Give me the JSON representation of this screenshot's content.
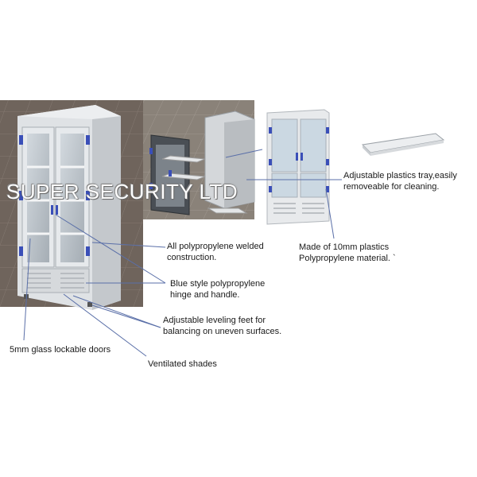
{
  "watermark": {
    "text": "SUPER SECURITY LTD"
  },
  "callouts": {
    "tray": {
      "line1": "Adjustable plastics tray,easily",
      "line2": "removeable for cleaning."
    },
    "material": {
      "line1": "Made of  10mm plastics",
      "line2": "Polypropylene material. `"
    },
    "welded": {
      "line1": "All polypropylene welded",
      "line2": "construction."
    },
    "hinge": {
      "line1": "Blue style polypropylene",
      "line2": "hinge and handle."
    },
    "feet": {
      "line1": "Adjustable leveling feet for",
      "line2": "balancing on uneven surfaces."
    },
    "doors": {
      "line1": "5mm glass lockable doors"
    },
    "shades": {
      "line1": "Ventilated shades"
    }
  },
  "colors": {
    "cabinet_body": "#e8eaec",
    "hinge_blue": "#3a4fb8",
    "floor_brown": "#6e625a",
    "leader_line": "#5a6fa8"
  }
}
